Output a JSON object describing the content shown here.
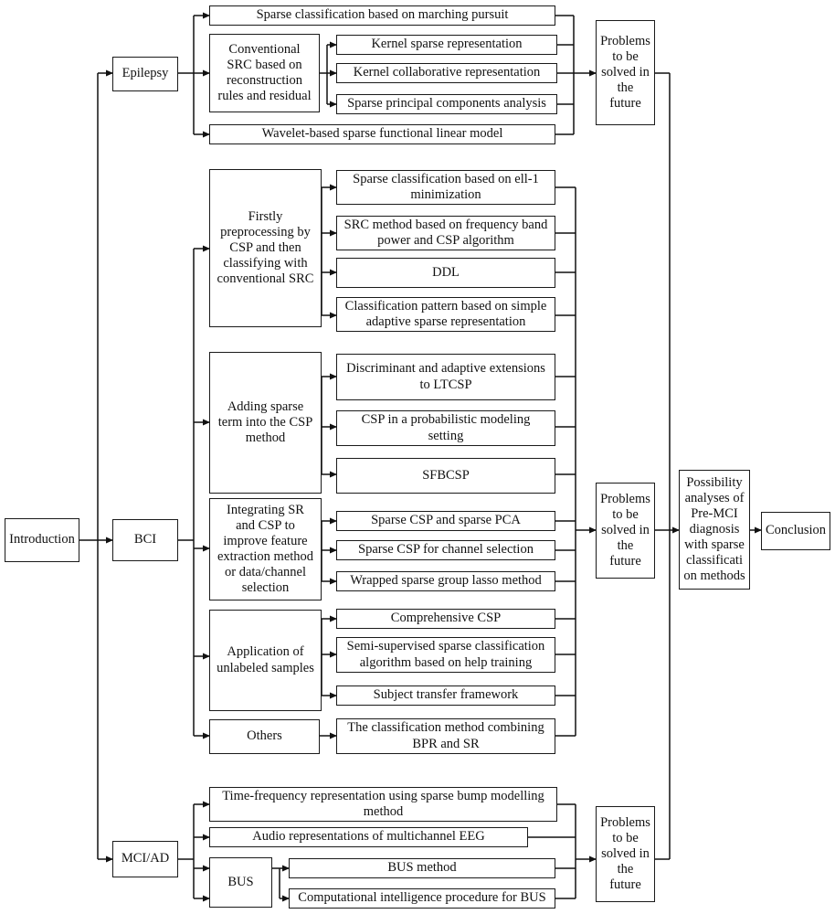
{
  "introduction": "Introduction",
  "conclusion": "Conclusion",
  "possibility": "Possibility\nanalyses of\nPre-MCI\ndiagnosis\nwith sparse\nclassificati\non methods",
  "epilepsy": {
    "label": "Epilepsy",
    "marching": "Sparse classification based on marching pursuit",
    "conventional": "Conventional\nSRC based on\nreconstruction\nrules and residual",
    "kernel_sparse": "Kernel sparse representation",
    "kernel_collab": "Kernel collaborative representation",
    "sparse_pca": "Sparse principal components analysis",
    "wavelet": "Wavelet-based sparse functional linear model",
    "problems": "Problems\nto be\nsolved in\nthe\nfuture"
  },
  "bci": {
    "label": "BCI",
    "firstly": "Firstly\npreprocessing by\nCSP and then\nclassifying with\nconventional SRC",
    "ell1": "Sparse classification based on ell-1\nminimization",
    "src_band": "SRC method based on frequency band\npower and CSP algorithm",
    "ddl": "DDL",
    "simple_adaptive": "Classification pattern based on simple\nadaptive sparse representation",
    "adding": "Adding sparse\nterm into the CSP\nmethod",
    "ltcsp": "Discriminant and adaptive extensions\nto LTCSP",
    "probabilistic": "CSP in a probabilistic modeling\nsetting",
    "sfbcsp": "SFBCSP",
    "integrating": "Integrating SR\nand CSP to\nimprove feature\nextraction method\nor data/channel\nselection",
    "sparse_csp_pca": "Sparse CSP and sparse PCA",
    "sparse_csp_channel": "Sparse CSP for channel selection",
    "wrapped": "Wrapped sparse group lasso method",
    "application": "Application of\nunlabeled samples",
    "comprehensive": "Comprehensive CSP",
    "semi": "Semi-supervised sparse classification\nalgorithm based on help training",
    "subject": "Subject transfer framework",
    "others": "Others",
    "bpr": "The classification method combining\nBPR and SR",
    "problems": "Problems\nto be\nsolved in\nthe future"
  },
  "mci": {
    "label": "MCI/AD",
    "bump": "Time-frequency representation using sparse bump modelling\nmethod",
    "audio": "Audio representations of multichannel EEG",
    "bus": "BUS",
    "bus_method": "BUS method",
    "computational": "Computational intelligence procedure for BUS",
    "problems": "Problems\nto be\nsolved in\nthe future"
  }
}
